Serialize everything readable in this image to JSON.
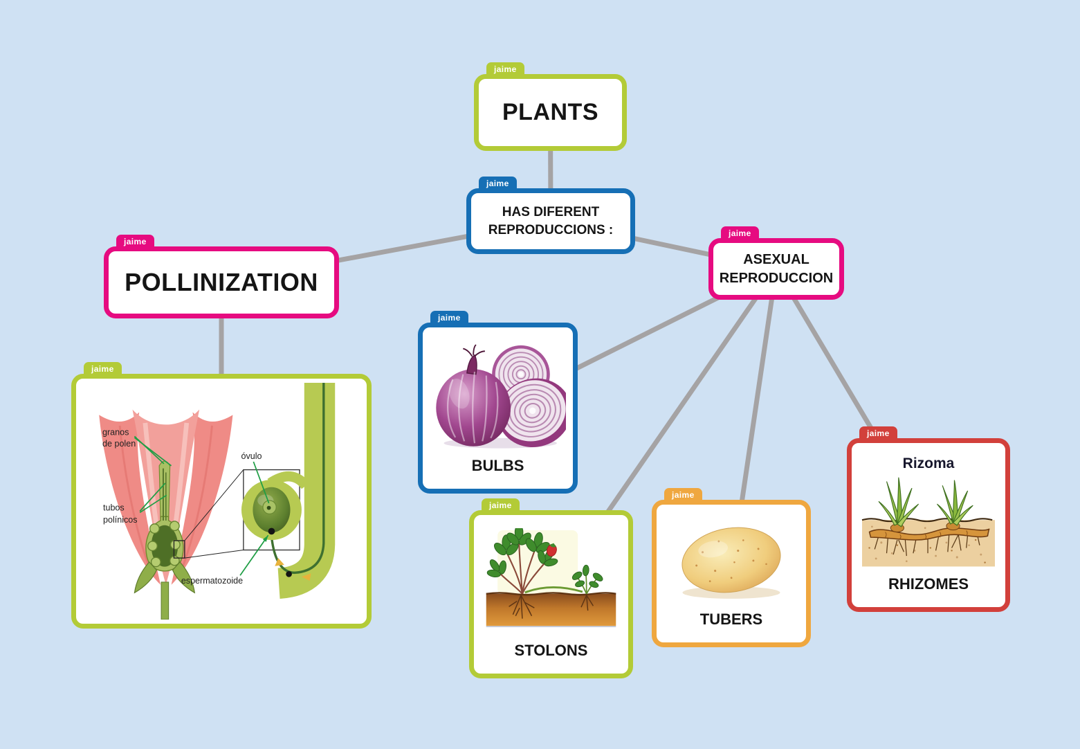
{
  "canvas": {
    "background_color": "#cfe1f3",
    "connector_color": "#a5a3a4"
  },
  "palette": {
    "green": "#b3cb37",
    "blue": "#166fb5",
    "pink": "#e60b80",
    "orange": "#efa73f",
    "red": "#d2403b"
  },
  "nodes": {
    "plants": {
      "author": "jaime",
      "label": "PLANTS",
      "color": "#b3cb37"
    },
    "has_reproductions": {
      "author": "jaime",
      "label": "HAS DIFERENT REPRODUCCIONS :",
      "color": "#166fb5"
    },
    "pollinization": {
      "author": "jaime",
      "label": "POLLINIZATION",
      "color": "#e60b80"
    },
    "asexual_reproduction": {
      "author": "jaime",
      "label": "ASEXUAL REPRODUCCION",
      "color": "#e60b80"
    },
    "pollination_figure": {
      "author": "jaime",
      "image": "flower-pollination-diagram",
      "color": "#b3cb37",
      "labels": {
        "granos": [
          "granos",
          "de polen"
        ],
        "tubos": [
          "tubos",
          "polínicos"
        ],
        "ovulo": "óvulo",
        "espermatozoide": "espermatozoide"
      }
    },
    "bulbs": {
      "author": "jaime",
      "label": "BULBS",
      "image": "red-onion-photo",
      "color": "#166fb5"
    },
    "stolons": {
      "author": "jaime",
      "label": "STOLONS",
      "image": "strawberry-stolon-illustration",
      "color": "#b3cb37"
    },
    "tubers": {
      "author": "jaime",
      "label": "TUBERS",
      "image": "potato-photo",
      "color": "#efa73f"
    },
    "rhizomes": {
      "author": "jaime",
      "label": "RHIZOMES",
      "image_title": "Rizoma",
      "image": "rhizome-illustration",
      "color": "#d2403b"
    }
  },
  "edges": [
    [
      "plants",
      "has_reproductions"
    ],
    [
      "has_reproductions",
      "pollinization"
    ],
    [
      "has_reproductions",
      "asexual_reproduction"
    ],
    [
      "pollinization",
      "pollination_figure"
    ],
    [
      "asexual_reproduction",
      "bulbs"
    ],
    [
      "asexual_reproduction",
      "stolons"
    ],
    [
      "asexual_reproduction",
      "tubers"
    ],
    [
      "asexual_reproduction",
      "rhizomes"
    ]
  ]
}
